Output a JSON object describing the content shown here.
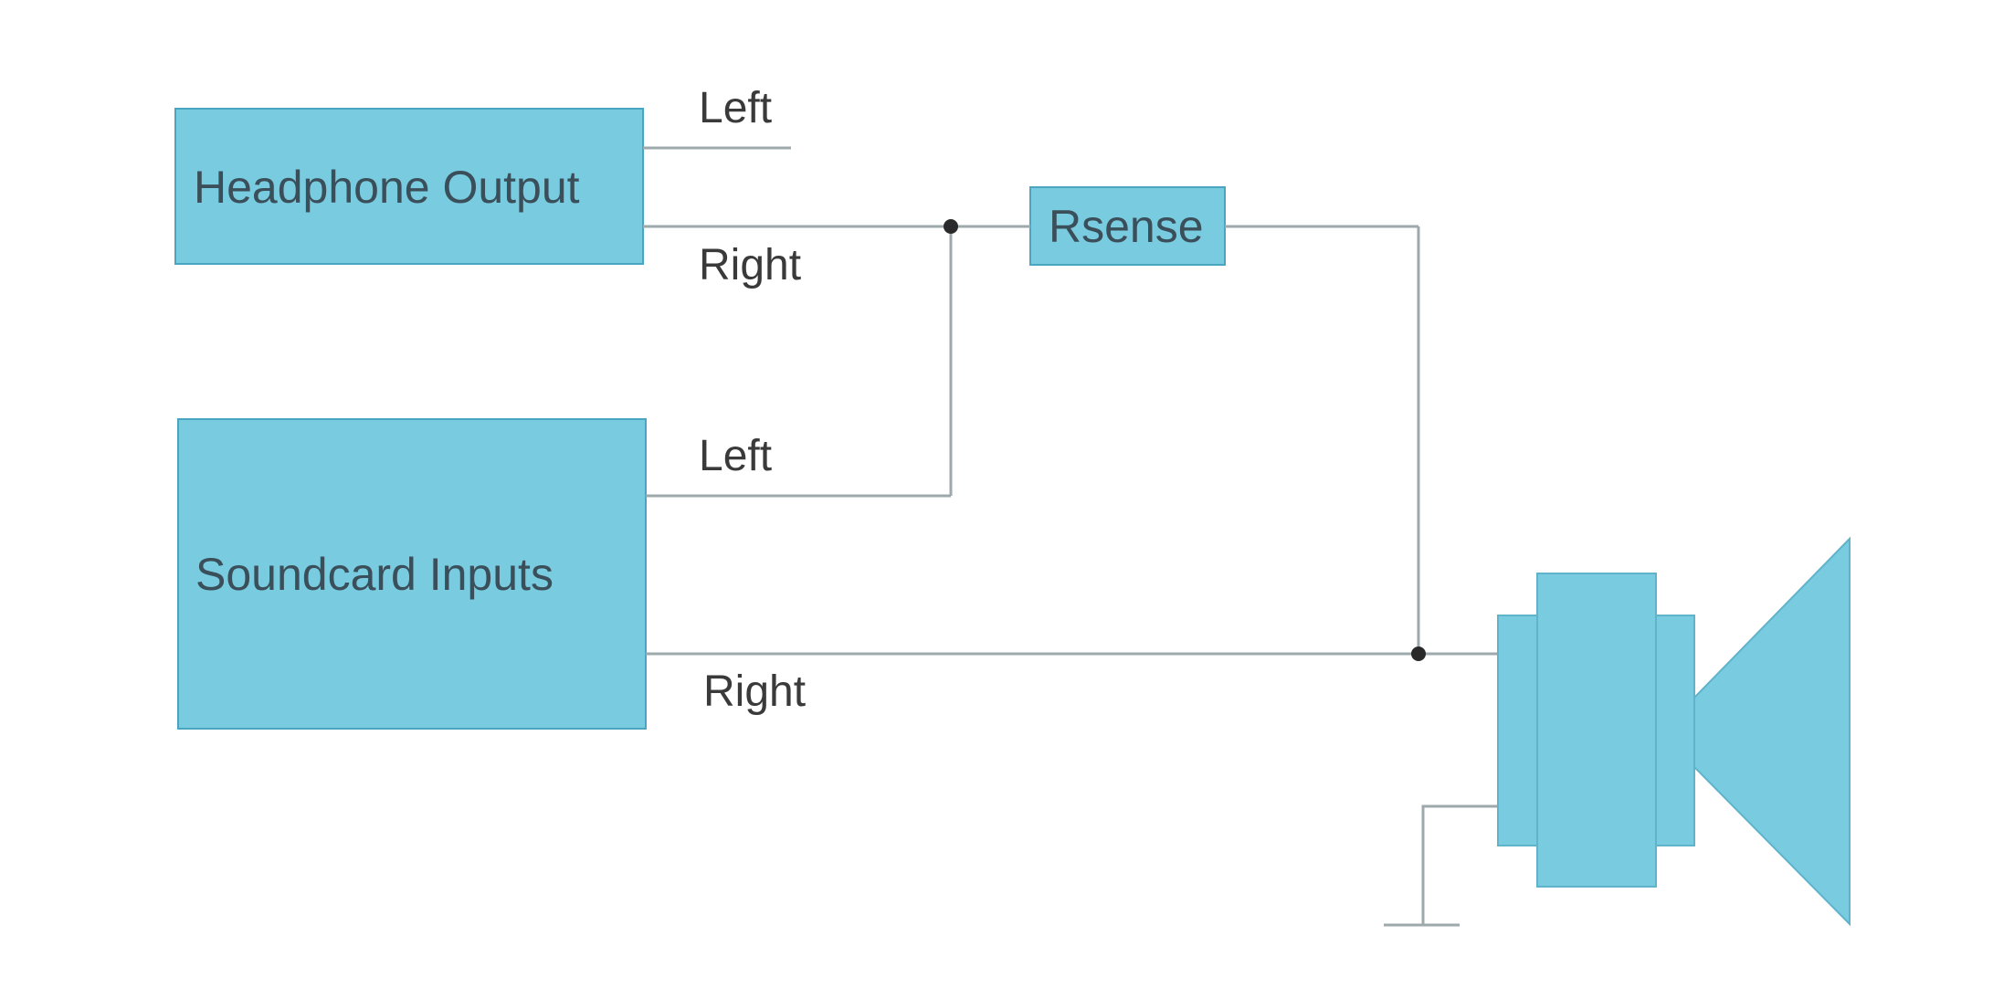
{
  "blocks": {
    "headphone_output": "Headphone Output",
    "soundcard_inputs": "Soundcard Inputs",
    "rsense": "Rsense"
  },
  "wire_labels": {
    "headphone_left": "Left",
    "headphone_right": "Right",
    "soundcard_left": "Left",
    "soundcard_right": "Right"
  },
  "colors": {
    "block_fill": "#79cbe0",
    "wire": "#9ea9ab",
    "junction": "#2a2a2a"
  }
}
